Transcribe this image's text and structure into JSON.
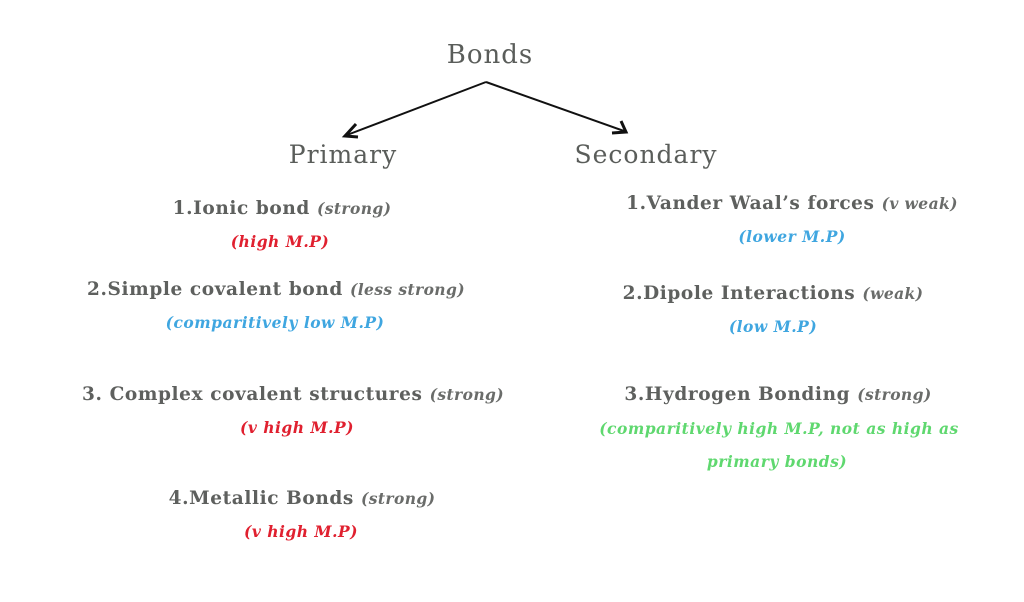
{
  "title": "Bonds",
  "primary": {
    "heading": "Primary",
    "items": [
      {
        "label": "1.Ionic bond",
        "qualifier": "(strong)",
        "note": "(high M.P)",
        "note_color": "red"
      },
      {
        "label": "2.Simple covalent bond",
        "qualifier": "(less strong)",
        "note": "(comparitively low M.P)",
        "note_color": "blue"
      },
      {
        "label": "3. Complex covalent structures",
        "qualifier": "(strong)",
        "note": "(v high M.P)",
        "note_color": "red"
      },
      {
        "label": "4.Metallic Bonds",
        "qualifier": "(strong)",
        "note": "(v high M.P)",
        "note_color": "red"
      }
    ]
  },
  "secondary": {
    "heading": "Secondary",
    "items": [
      {
        "label": "1.Vander Waal’s forces",
        "qualifier": "(v weak)",
        "note": "(lower M.P)",
        "note_color": "blue"
      },
      {
        "label": "2.Dipole Interactions",
        "qualifier": "(weak)",
        "note": "(low M.P)",
        "note_color": "blue"
      },
      {
        "label": "3.Hydrogen Bonding",
        "qualifier": "(strong)",
        "note_line1": "(comparitively high M.P, not as high as",
        "note_line2": "primary bonds)",
        "note_color": "green"
      }
    ]
  },
  "colors": {
    "text": "#5a5d5a",
    "red": "#e0202f",
    "blue": "#3fa6e0",
    "green": "#5fd86f",
    "arrow": "#111111"
  }
}
